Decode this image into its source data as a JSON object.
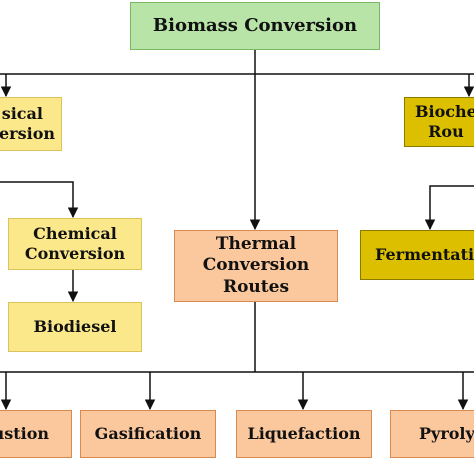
{
  "nodes": {
    "root": "Biomass Conversion",
    "physical": "sical\nversion",
    "chemical": "Chemical\nConversion",
    "biodiesel": "Biodiesel",
    "thermal": "Thermal\nConversion\nRoutes",
    "biochemical": "Bioche\nRou",
    "fermentation": "Fermentatio",
    "combustion": "ustion",
    "gasification": "Gasification",
    "liquefaction": "Liquefaction",
    "pyrolysis": "Pyroly"
  },
  "colors": {
    "root_fill": "#b8e4a8",
    "root_border": "#78b860",
    "yellow_fill": "#fbe88a",
    "olive_fill": "#dcc000",
    "orange_fill": "#fbc89e",
    "orange_border": "#d88a50",
    "connector": "#111111"
  }
}
